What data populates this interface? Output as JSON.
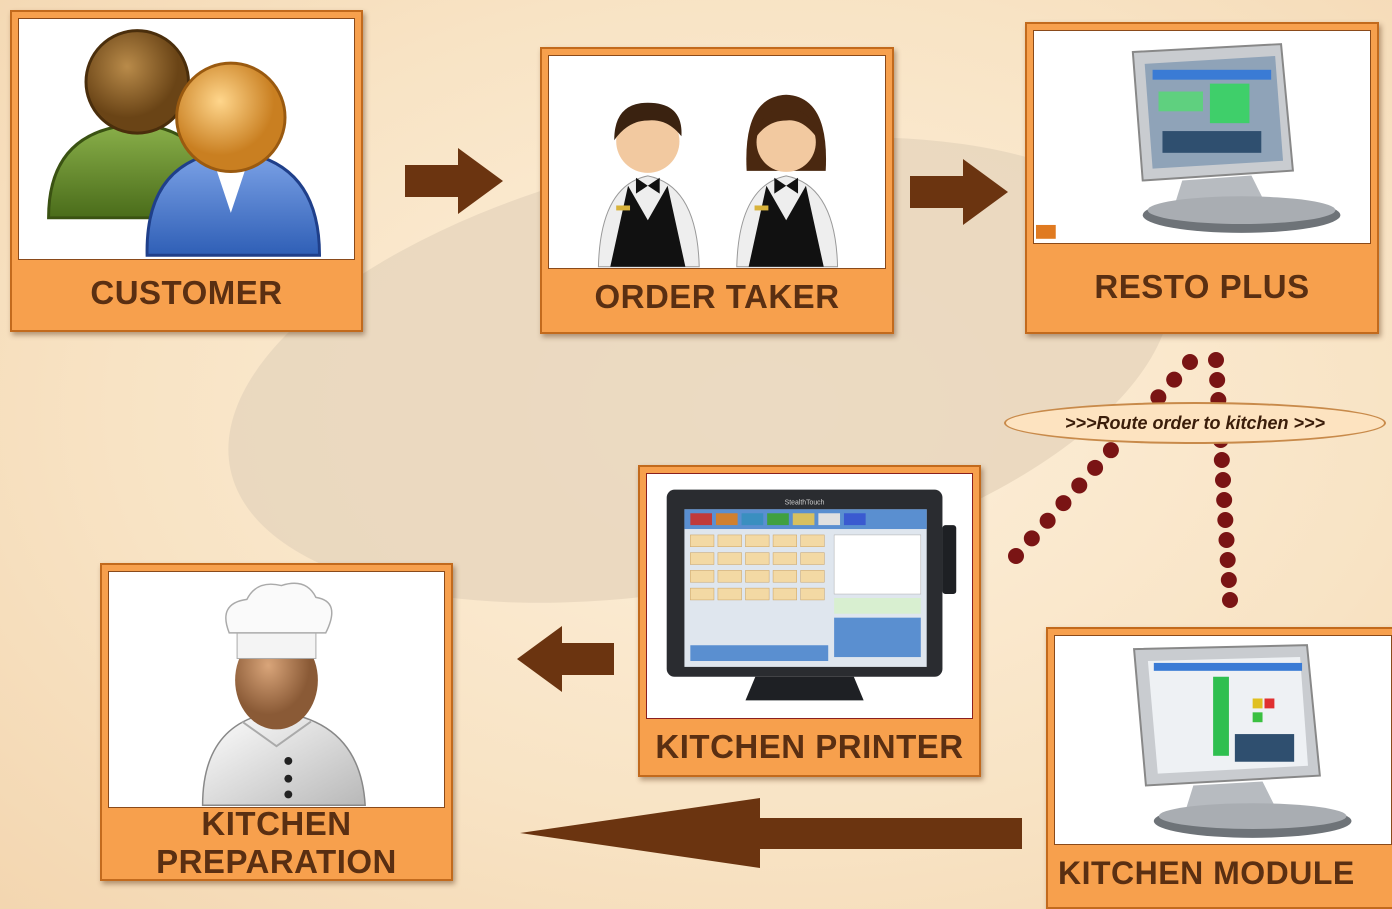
{
  "nodes": {
    "customer": {
      "label": "CUSTOMER"
    },
    "order_taker": {
      "label": "ORDER TAKER"
    },
    "resto_plus": {
      "label": "RESTO PLUS"
    },
    "kitchen_printer": {
      "label": "KITCHEN PRINTER"
    },
    "kitchen_preparation": {
      "label_line1": "KITCHEN",
      "label_line2": "PREPARATION"
    },
    "kitchen_module": {
      "label": "KITCHEN MODULE"
    }
  },
  "route_badge": {
    "text": ">>>Route order to kitchen >>>"
  },
  "printer_brand": "StealthTouch",
  "colors": {
    "label_box": "#f7a04d",
    "label_text": "#5a2f12",
    "arrow": "#6b3410",
    "dots": "#7a1414",
    "ellipse": "#e8d3b8"
  }
}
